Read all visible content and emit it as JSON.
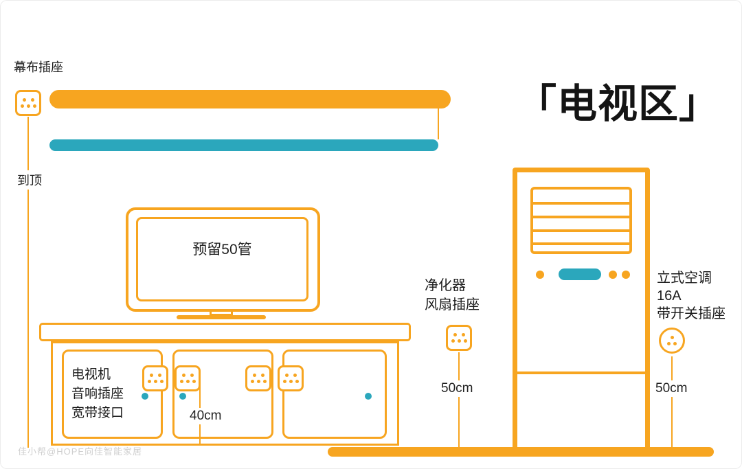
{
  "title": "「电视区」",
  "colors": {
    "orange": "#F7A520",
    "teal": "#2BA7BC",
    "ink": "#1b1b1b"
  },
  "curtain": {
    "label": "幕布插座",
    "to_ceiling": "到顶"
  },
  "tv": {
    "note": "预留50管"
  },
  "cabinet": {
    "lines": [
      "电视机",
      "音响插座",
      "宽带接口"
    ],
    "distance": "40cm"
  },
  "purifier": {
    "lines": [
      "净化器",
      "风扇插座"
    ],
    "distance": "50cm"
  },
  "ac": {
    "lines": [
      "立式空调",
      "16A",
      "带开关插座"
    ],
    "distance": "50cm"
  },
  "watermark": "佳小帮@HOPE向佳智能家居"
}
